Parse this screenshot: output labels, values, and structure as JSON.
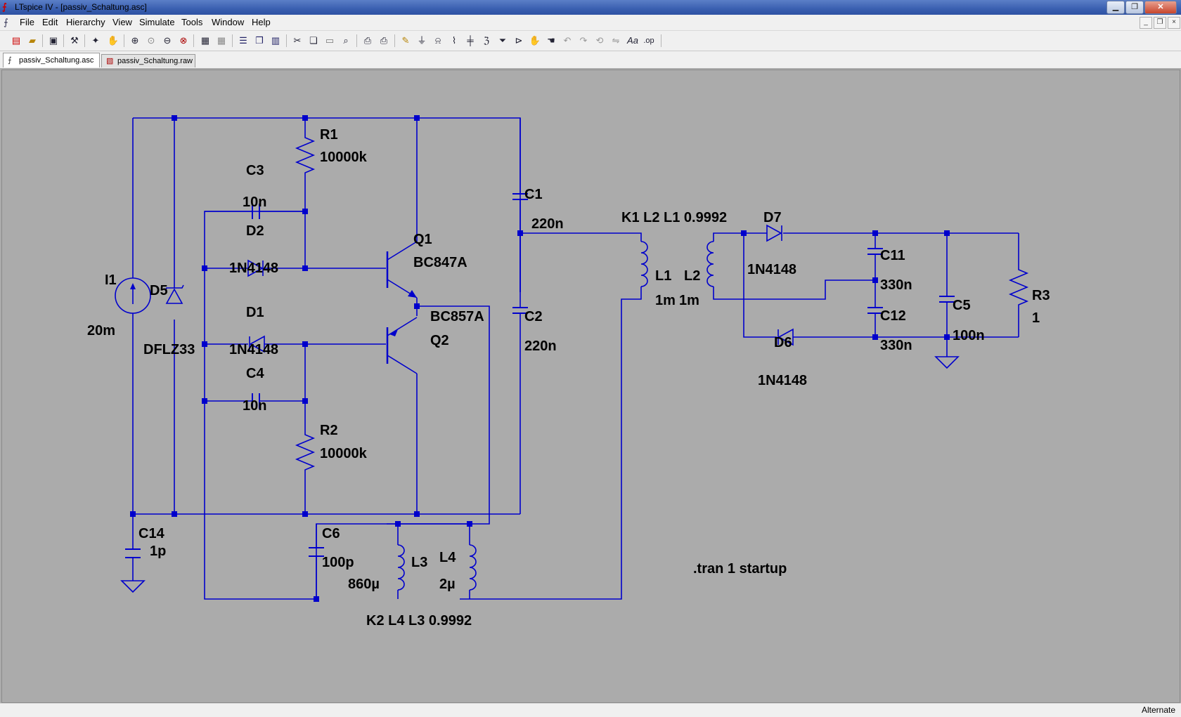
{
  "window": {
    "title": "LTspice IV - [passiv_Schaltung.asc]"
  },
  "menu": [
    "File",
    "Edit",
    "Hierarchy",
    "View",
    "Simulate",
    "Tools",
    "Window",
    "Help"
  ],
  "tabs": [
    {
      "label": "passiv_Schaltung.asc",
      "active": true
    },
    {
      "label": "passiv_Schaltung.raw",
      "active": false
    }
  ],
  "status": {
    "mode": "Alternate"
  },
  "toolbar_icons": [
    "new-schematic-icon",
    "open-icon",
    "save-icon",
    "control-panel-icon",
    "run-icon",
    "halt-icon",
    "zoom-in-icon",
    "pan-icon",
    "zoom-out-icon",
    "zoom-cancel-icon",
    "autorange-icon",
    "delete-trace-icon",
    "tile-horizontal-icon",
    "cascade-icon",
    "tile-vertical-icon",
    "cut-icon",
    "copy-icon",
    "paste-icon",
    "find-icon",
    "print-setup-icon",
    "print-icon",
    "wire-icon",
    "ground-icon",
    "label-net-icon",
    "resistor-icon",
    "capacitor-icon",
    "inductor-icon",
    "diode-icon",
    "component-icon",
    "move-icon",
    "drag-icon",
    "undo-icon",
    "redo-icon",
    "rotate-icon",
    "mirror-icon",
    "text-icon",
    "spice-directive-icon"
  ],
  "schematic": {
    "labels": {
      "R1_name": "R1",
      "R1_value": "10000k",
      "C3_name": "C3",
      "C3_value": "10n",
      "D2_name": "D2",
      "D2_value": "1N4148",
      "Q1_name": "Q1",
      "Q1_value": "BC847A",
      "C1_name": "C1",
      "C1_value": "220n",
      "I1_name": "I1",
      "I1_value": "20m",
      "D5_name": "D5",
      "D5_value": "DFLZ33",
      "D1_name": "D1",
      "D1_value": "1N4148",
      "Q2_name": "Q2",
      "Q2_value": "BC857A",
      "C2_name": "C2",
      "C2_value": "220n",
      "C4_name": "C4",
      "C4_value": "10n",
      "R2_name": "R2",
      "R2_value": "10000k",
      "C14_name": "C14",
      "C14_value": "1p",
      "C6_name": "C6",
      "C6_value": "100p",
      "L3_name": "L3",
      "L3_value": "860µ",
      "L4_name": "L4",
      "L4_value": "2µ",
      "K2": "K2 L4 L3 0.9992",
      "K1": "K1 L2 L1 0.9992",
      "L1_name": "L1",
      "L1_value": "1m",
      "L2_name": "L2",
      "L2_value": "1m",
      "D7_name": "D7",
      "D7_value": "1N4148",
      "C11_name": "C11",
      "C11_value": "330n",
      "C12_name": "C12",
      "C12_value": "330n",
      "D6_name": "D6",
      "D6_value": "1N4148",
      "C5_name": "C5",
      "C5_value": "100n",
      "R3_name": "R3",
      "R3_value": "1",
      "directive": ".tran 1 startup"
    }
  }
}
